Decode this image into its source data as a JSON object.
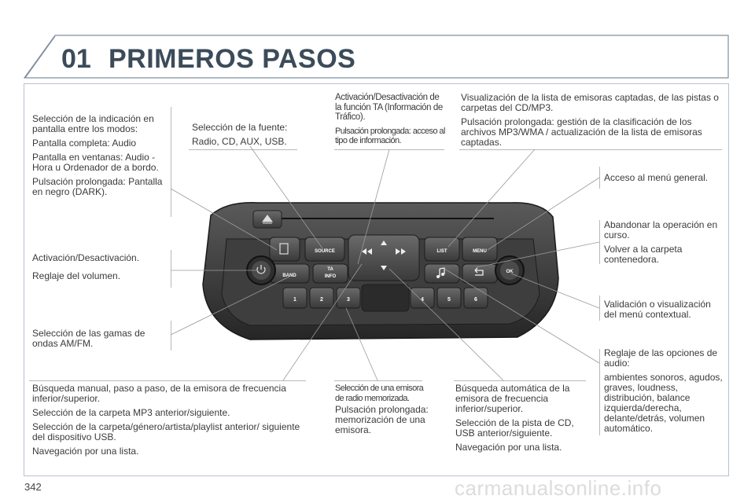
{
  "header": {
    "chapter": "01",
    "title": "PRIMEROS PASOS"
  },
  "page_number": "342",
  "watermark": "carmanualsonline.info",
  "notes": {
    "display_mode": [
      "Selección de la indicación en pantalla entre los modos:",
      "Pantalla completa: Audio",
      "Pantalla en ventanas: Audio - Hora u Ordenador de a bordo.",
      "Pulsación prolongada: Pantalla en negro (DARK)."
    ],
    "source": [
      "Selección de la fuente:",
      "Radio, CD, AUX, USB."
    ],
    "ta": {
      "title": "Activación/Desactivación de la función TA (Información de Tráfico).",
      "sub": "Pulsación prolongada: acceso al tipo de información."
    },
    "list": [
      "Visualización de la lista de emisoras captadas, de las pistas o carpetas del CD/MP3.",
      "Pulsación prolongada: gestión de la clasificación de los archivos MP3/WMA / actualización de la lista de emisoras captadas."
    ],
    "menu": [
      "Acceso al menú general."
    ],
    "back": [
      "Abandonar la operación en curso.",
      "Volver a la carpeta contenedora."
    ],
    "power": [
      "Activación/Desactivación.",
      "Reglaje del volumen."
    ],
    "band": [
      "Selección de las gamas de ondas AM/FM."
    ],
    "ok": [
      "Validación o visualización del menú contextual."
    ],
    "audio": [
      "Reglaje de las opciones de audio:",
      "ambientes sonoros, agudos, graves, loudness, distribución, balance izquierda/derecha, delante/detrás, volumen automático."
    ],
    "manual_search": [
      "Búsqueda manual, paso a paso, de la emisora de frecuencia inferior/superior.",
      "Selección de la carpeta MP3 anterior/siguiente.",
      "Selección de la carpeta/género/artista/playlist anterior/ siguiente del dispositivo USB.",
      "Navegación por una lista."
    ],
    "preset": {
      "title": "Selección de una emisora de radio memorizada.",
      "sub": "Pulsación prolongada:",
      "body": "Pulsación prolongada: memorización de una emisora."
    },
    "auto_search": [
      "Búsqueda automática de la emisora de frecuencia inferior/superior.",
      "Selección de la pista de CD, USB anterior/siguiente.",
      "Navegación por una lista."
    ]
  },
  "radio": {
    "buttons": {
      "source": "SOURCE",
      "band": "BAND",
      "ta": "TA",
      "info": "INFO",
      "list": "LIST",
      "menu": "MENU",
      "ok": "OK"
    },
    "presets": [
      "1",
      "2",
      "3",
      "4",
      "5",
      "6"
    ],
    "icons": [
      "eject-icon",
      "display-icon",
      "power-icon",
      "rewind-icon",
      "forward-icon",
      "up-arrow-icon",
      "down-arrow-icon",
      "music-note-icon",
      "back-arrow-icon"
    ]
  },
  "colors": {
    "title": "#3b4b5a",
    "frame": "#b8c1cc",
    "radio_dark": "#2b2b2b",
    "radio_face": "#4a4a4a"
  }
}
